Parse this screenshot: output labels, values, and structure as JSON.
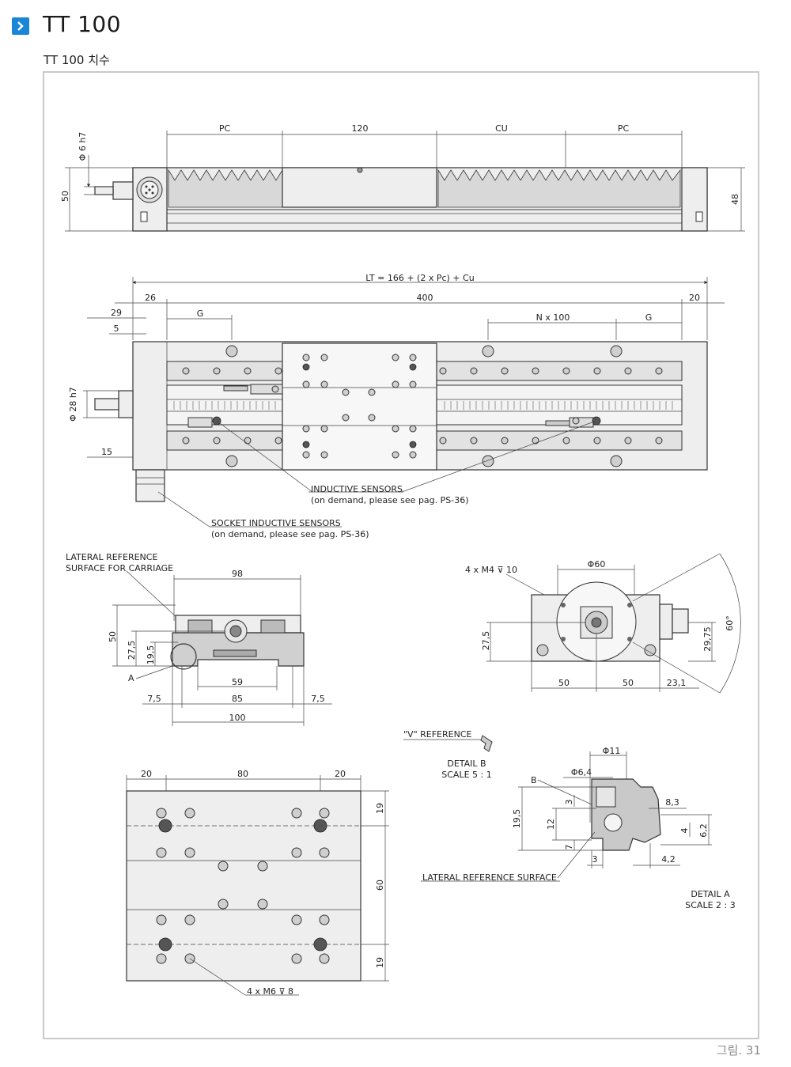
{
  "header": {
    "title": "TT 100",
    "subtitle": "TT 100 치수"
  },
  "caption": "그림. 31",
  "colors": {
    "accent": "#1a86d8",
    "frame": "#c9c9c9",
    "caption": "#8a8a8a"
  },
  "header_icon": "chevron-right-icon",
  "side_view": {
    "dims_top": [
      "PC",
      "120",
      "CU",
      "PC"
    ],
    "dim_shaft": "Φ 6 h7",
    "dim_height_left": "50",
    "dim_height_right": "48"
  },
  "top_view": {
    "dim_total": "LT = 166 + (2 x Pc) + Cu",
    "dim_26": "26",
    "dim_400": "400",
    "dim_20": "20",
    "dim_29": "29",
    "dim_5": "5",
    "dim_g_left": "G",
    "dim_n100": "N x 100",
    "dim_g_right": "G",
    "dim_28h7": "Φ 28 h7",
    "dim_15": "15",
    "sensors_label_1": "INDUCTIVE SENSORS",
    "sensors_label_2": "(on demand, please see pag. PS-36)",
    "socket_label_1": "SOCKET INDUCTIVE SENSORS",
    "socket_label_2": "(on demand, please see pag. PS-36)"
  },
  "section_view": {
    "lateral_ref_1": "LATERAL REFERENCE",
    "lateral_ref_2": "SURFACE FOR CARRIAGE",
    "dim_98": "98",
    "dim_50": "50",
    "dim_275": "27,5",
    "dim_195": "19,5",
    "label_a": "A",
    "dim_59": "59",
    "dim_85": "85",
    "dim_75_left": "7,5",
    "dim_75_right": "7,5",
    "dim_100": "100"
  },
  "end_view": {
    "dim_m4": "4 x M4 ⊽ 10",
    "dim_60dia": "Φ60",
    "dim_275": "27,5",
    "dim_2975": "29,75",
    "dim_60deg": "60°",
    "dim_50a": "50",
    "dim_50b": "50",
    "dim_231": "23,1"
  },
  "carriage_view": {
    "dim_20_left": "20",
    "dim_80": "80",
    "dim_20_right": "20",
    "dim_19_top": "19",
    "dim_60": "60",
    "dim_19_bottom": "19",
    "dim_m6": "4 x M6 ⊽ 8"
  },
  "detail_b": {
    "v_ref": "\"V\" REFERENCE",
    "title": "DETAIL B",
    "scale": "SCALE 5 : 1"
  },
  "detail_a": {
    "label_b": "B",
    "dim_11": "Φ11",
    "dim_64": "Φ6,4",
    "dim_195": "19,5",
    "dim_3": "3",
    "dim_12": "12",
    "dim_7": "7",
    "dim_3b": "3",
    "dim_83": "8,3",
    "dim_4": "4",
    "dim_62": "6,2",
    "dim_42": "4,2",
    "lateral_ref": "LATERAL REFERENCE SURFACE",
    "title": "DETAIL A",
    "scale": "SCALE 2 : 3"
  }
}
